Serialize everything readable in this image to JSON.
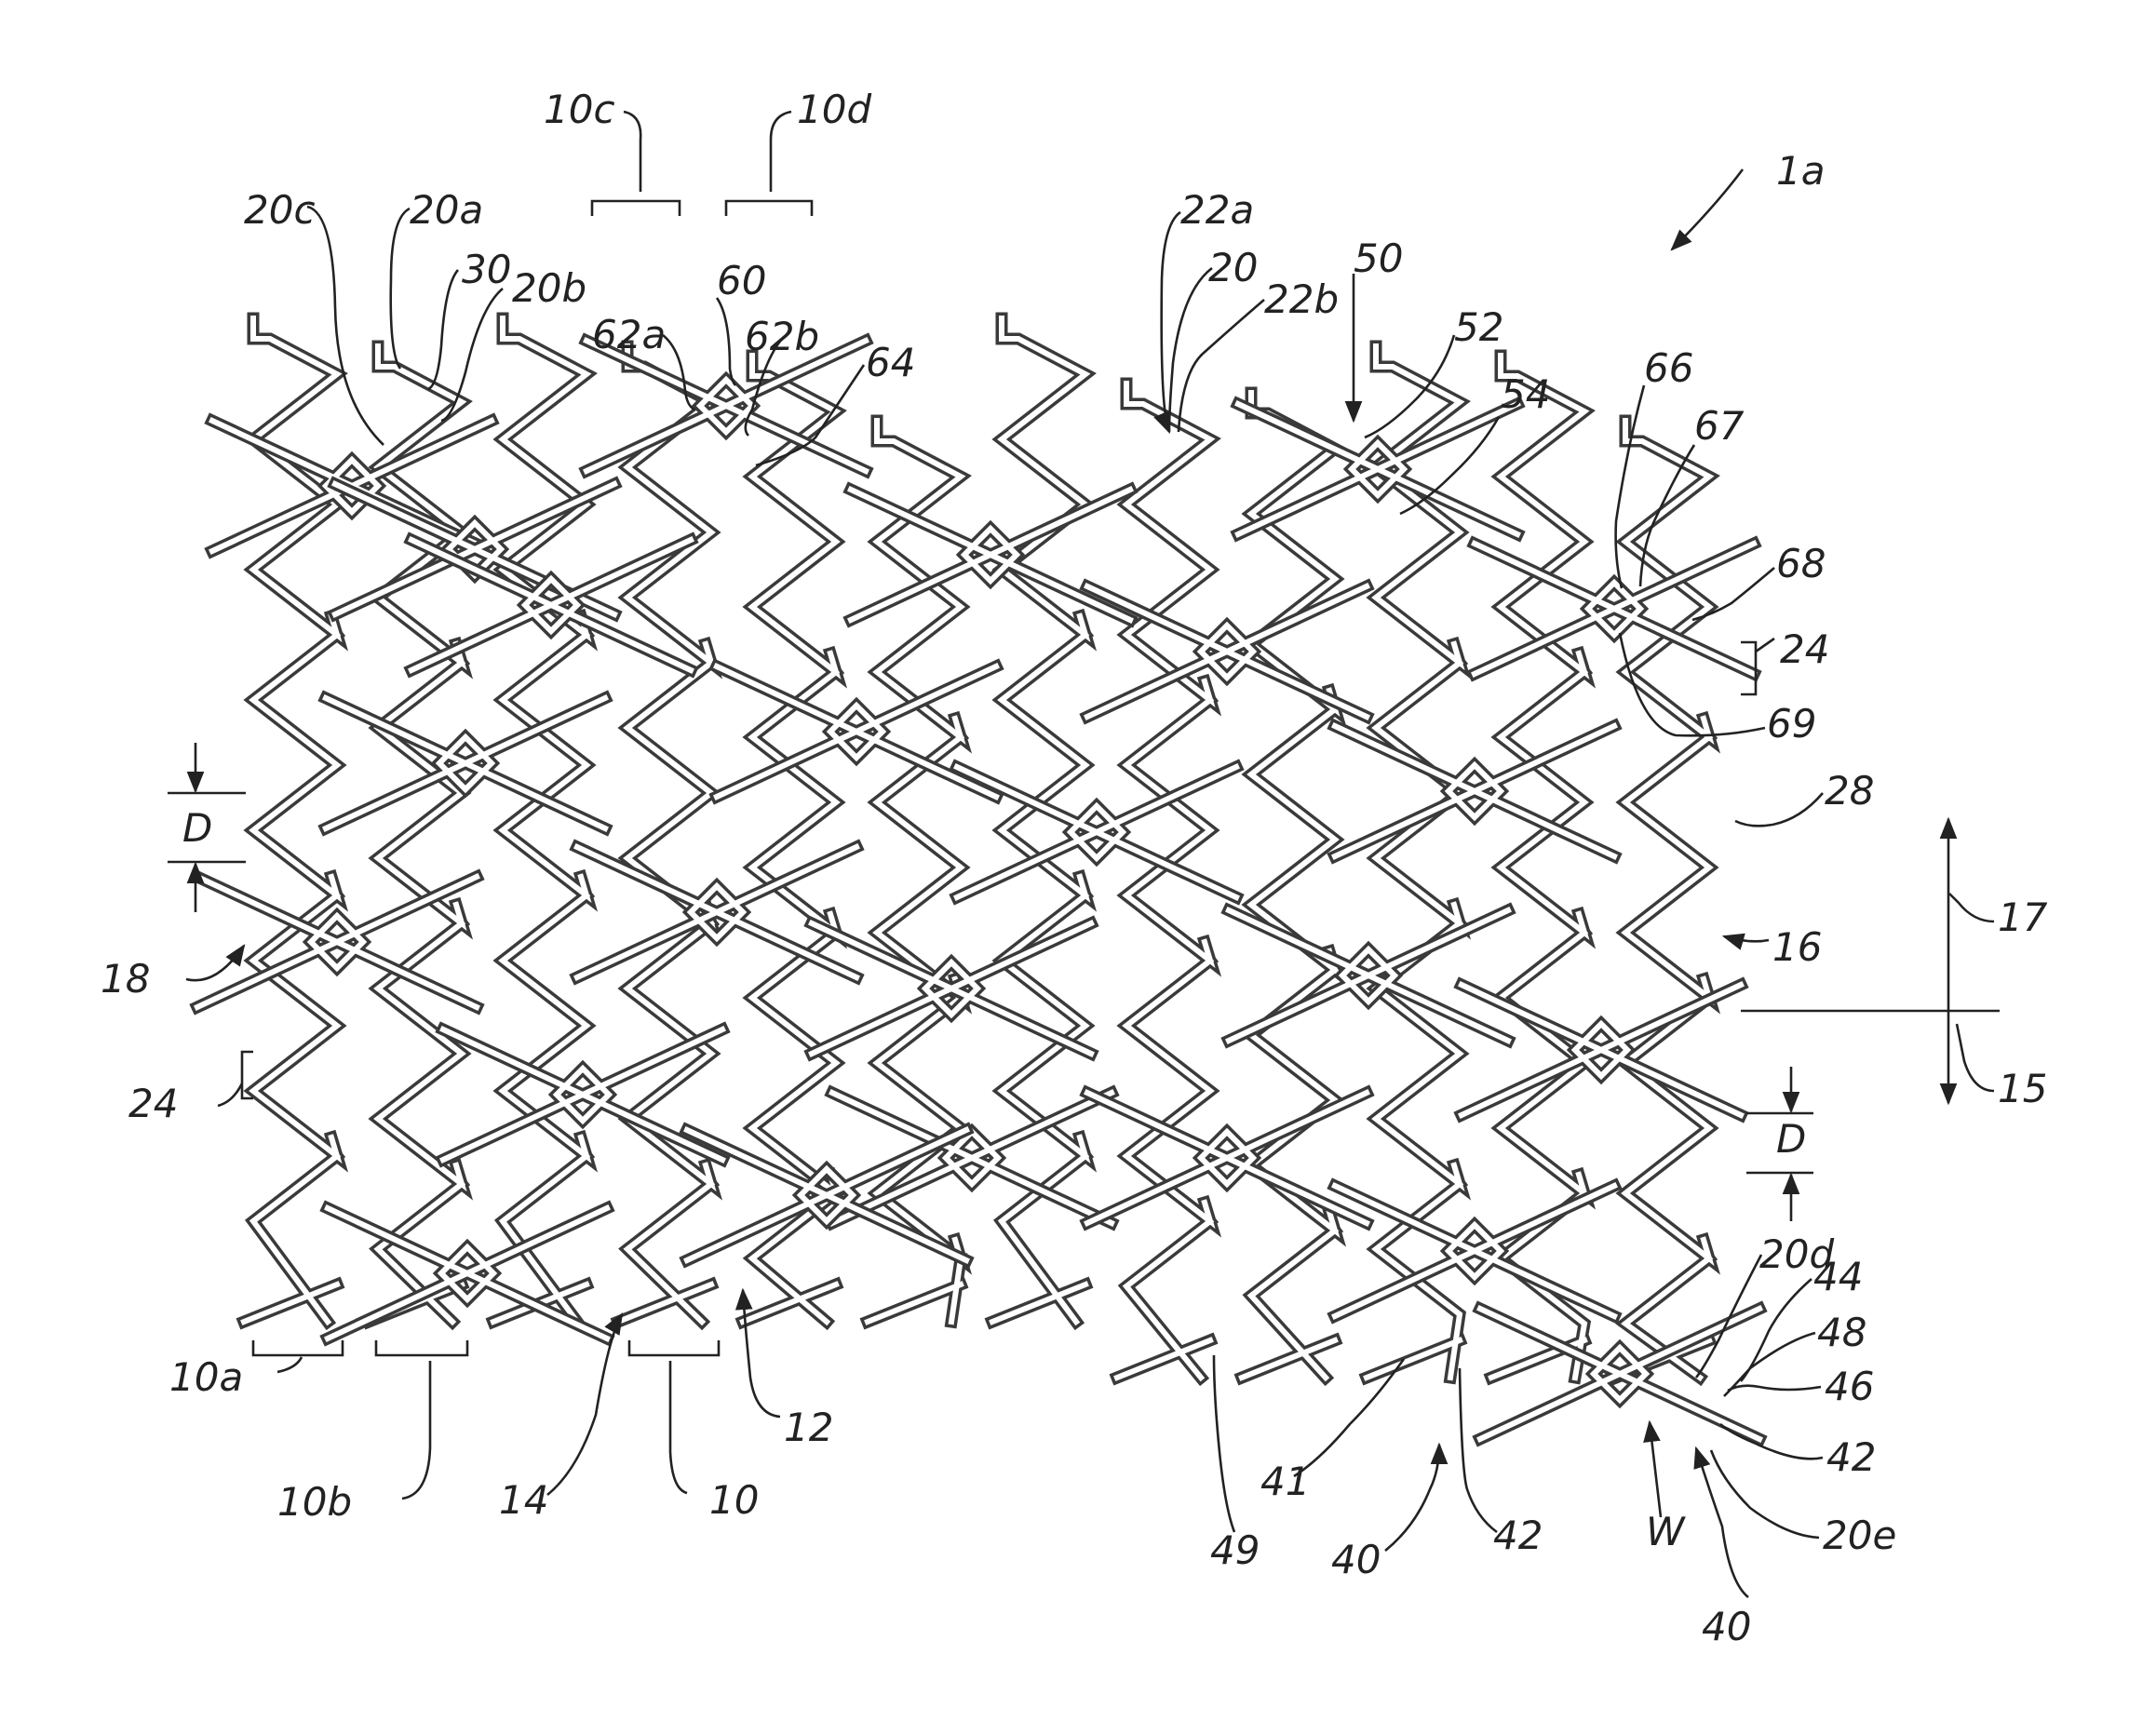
{
  "figure": {
    "label": "1a"
  },
  "labels": {
    "l_10c": "10c",
    "l_10d": "10d",
    "l_20c": "20c",
    "l_20a": "20a",
    "l_30": "30",
    "l_20b": "20b",
    "l_62a": "62a",
    "l_60": "60",
    "l_62b": "62b",
    "l_64": "64",
    "l_22a": "22a",
    "l_20": "20",
    "l_22b": "22b",
    "l_50": "50",
    "l_52": "52",
    "l_54": "54",
    "l_66": "66",
    "l_67": "67",
    "l_68": "68",
    "l_24r": "24",
    "l_69": "69",
    "l_28": "28",
    "l_16": "16",
    "l_17": "17",
    "l_15": "15",
    "l_Dl": "D",
    "l_18": "18",
    "l_24l": "24",
    "l_Dr": "D",
    "l_20d": "20d",
    "l_44": "44",
    "l_48": "48",
    "l_46": "46",
    "l_42r": "42",
    "l_W": "W",
    "l_20e": "20e",
    "l_40r": "40",
    "l_10a": "10a",
    "l_10b": "10b",
    "l_14": "14",
    "l_10": "10",
    "l_12": "12",
    "l_49": "49",
    "l_41": "41",
    "l_40m": "40",
    "l_42m": "42"
  },
  "colors": {
    "strut": "#3a3a3a",
    "ink": "#222222",
    "background": "#ffffff"
  }
}
